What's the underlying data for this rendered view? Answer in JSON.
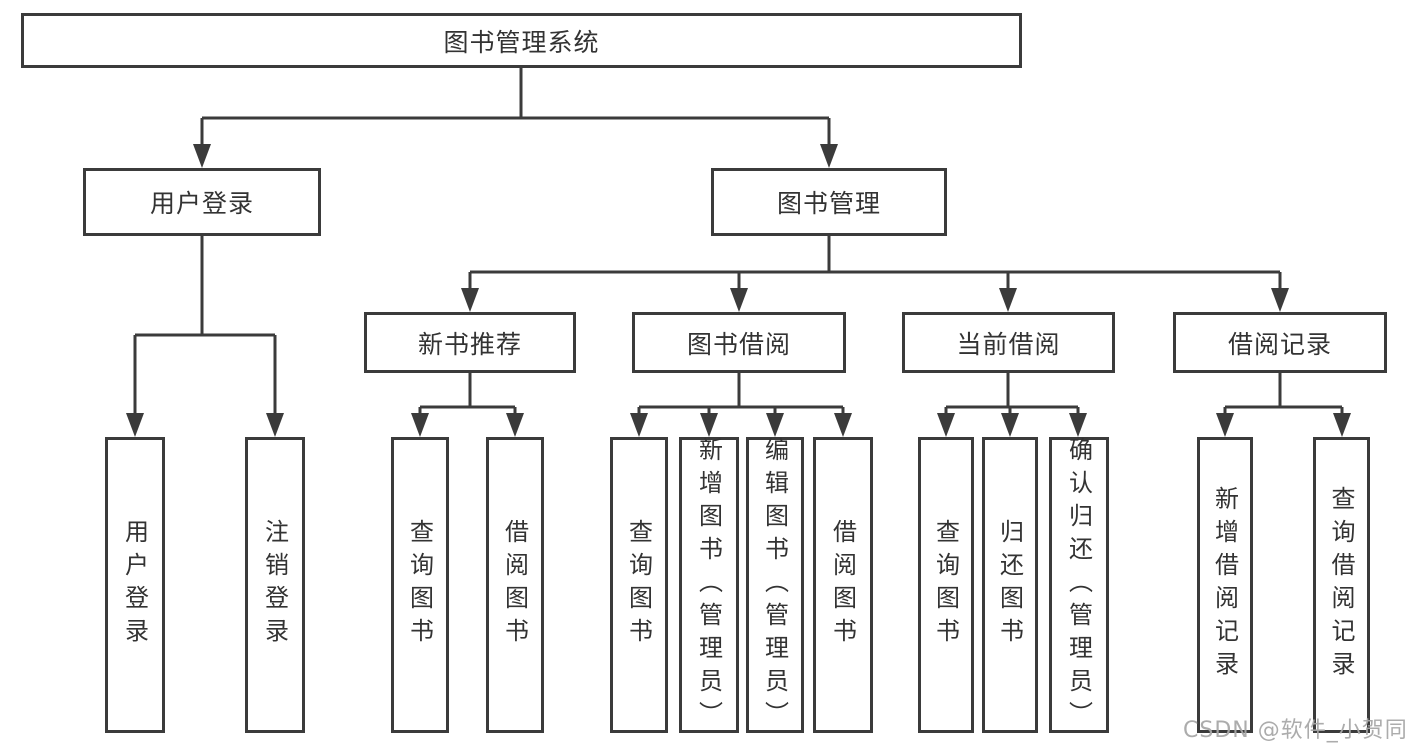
{
  "diagram_type": "hierarchy-tree",
  "colors": {
    "line": "#3b3b3b",
    "box_border": "#3b3b3b",
    "text": "#333333",
    "background": "#ffffff",
    "watermark": "#a8a8a8"
  },
  "watermark": {
    "text": "CSDN @软件_小贺同学"
  },
  "tree": {
    "root": {
      "label": "图书管理系统",
      "children": [
        {
          "label": "用户登录",
          "children": [
            {
              "label": "用户登录"
            },
            {
              "label": "注销登录"
            }
          ]
        },
        {
          "label": "图书管理",
          "children": [
            {
              "label": "新书推荐",
              "children": [
                {
                  "label": "查询图书"
                },
                {
                  "label": "借阅图书"
                }
              ]
            },
            {
              "label": "图书借阅",
              "children": [
                {
                  "label": "查询图书"
                },
                {
                  "label": "新增图书（管理员）"
                },
                {
                  "label": "编辑图书（管理员）"
                },
                {
                  "label": "借阅图书"
                }
              ]
            },
            {
              "label": "当前借阅",
              "children": [
                {
                  "label": "查询图书"
                },
                {
                  "label": "归还图书"
                },
                {
                  "label": "确认归还（管理员）"
                }
              ]
            },
            {
              "label": "借阅记录",
              "children": [
                {
                  "label": "新增借阅记录"
                },
                {
                  "label": "查询借阅记录"
                }
              ]
            }
          ]
        }
      ]
    }
  }
}
